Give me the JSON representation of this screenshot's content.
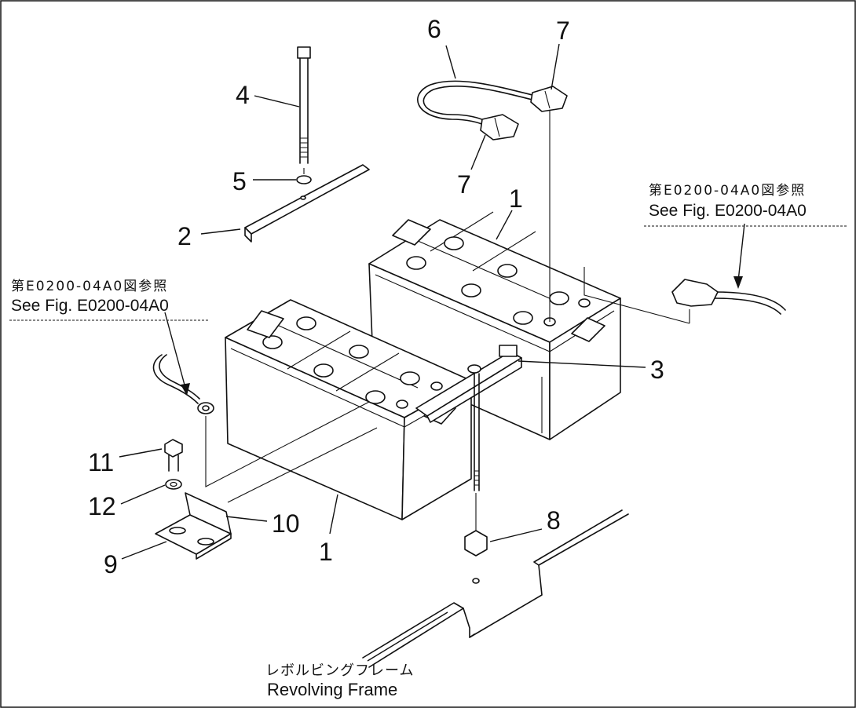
{
  "callouts": {
    "c1_upper": "1",
    "c1_lower": "1",
    "c2": "2",
    "c3": "3",
    "c4": "4",
    "c5": "5",
    "c6": "6",
    "c7_upper": "7",
    "c7_lower": "7",
    "c8": "8",
    "c9": "9",
    "c10": "10",
    "c11": "11",
    "c12": "12"
  },
  "references": {
    "right": {
      "jp": "第E0200-04A0図参照",
      "en": "See Fig. E0200-04A0"
    },
    "left": {
      "jp": "第E0200-04A0図参照",
      "en": "See Fig. E0200-04A0"
    }
  },
  "frame_label": {
    "jp": "レボルビングフレーム",
    "en": "Revolving Frame"
  }
}
